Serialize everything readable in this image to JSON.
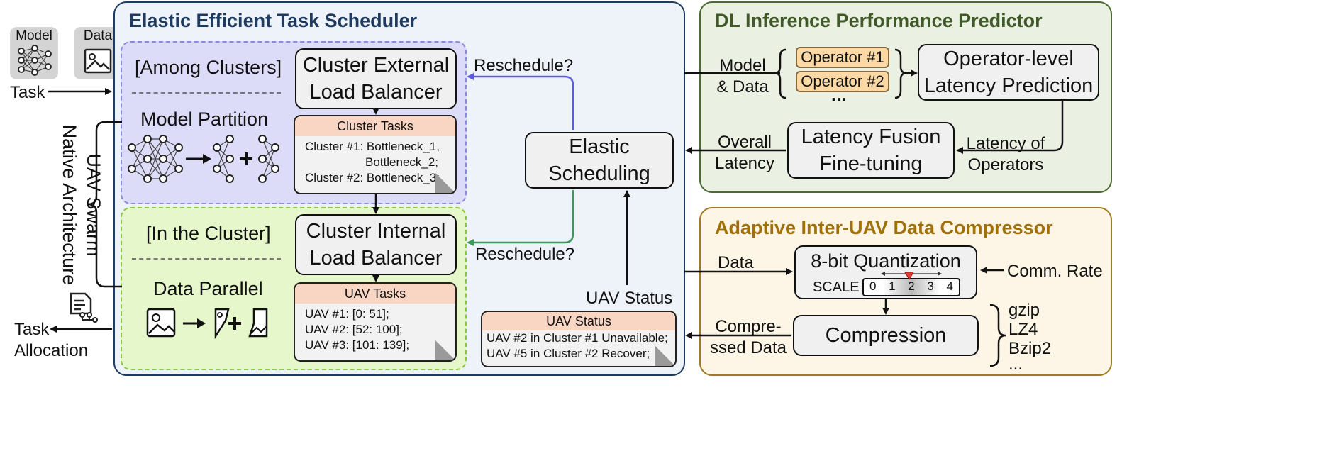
{
  "inputs": {
    "model_label": "Model",
    "data_label": "Data",
    "task_label": "Task",
    "task_allocation_label": [
      "Task",
      "Allocation"
    ],
    "swarm_label": [
      "UAV Swarm",
      "Native Architecture"
    ]
  },
  "scheduler": {
    "title": "Elastic Efficient Task Scheduler",
    "among": {
      "heading": "[Among Clusters]",
      "subheading": "Model Partition",
      "balancer": [
        "Cluster External",
        "Load Balancer"
      ],
      "note_title": "Cluster Tasks",
      "note_lines": [
        "Cluster #1: Bottleneck_1,",
        "                  Bottleneck_2;",
        "Cluster #2: Bottleneck_3;"
      ],
      "note_more": "..."
    },
    "within": {
      "heading": "[In the Cluster]",
      "subheading": "Data Parallel",
      "balancer": [
        "Cluster Internal",
        "Load Balancer"
      ],
      "note_title": "UAV Tasks",
      "note_lines": [
        "UAV #1: [0: 51];",
        "UAV #2: [52: 100];",
        "UAV #3: [101: 139];"
      ],
      "note_more": "..."
    },
    "elastic": [
      "Elastic",
      "Scheduling"
    ],
    "reschedule_top": "Reschedule?",
    "reschedule_bottom": "Reschedule?",
    "uav_status_label": "UAV Status",
    "status_note": {
      "title": "UAV Status",
      "lines": [
        "UAV #2 in Cluster #1 Unavailable;",
        "UAV #5 in Cluster #2 Recover;"
      ],
      "more": "..."
    },
    "colors": {
      "panel_bg": "#eef2f9",
      "among_bg": "#dcdcf8",
      "among_border": "#8a8ae0",
      "within_bg": "#e6f7cc",
      "within_border": "#8ac83a",
      "reschedule_top_color": "#5a5ae6",
      "reschedule_bottom_color": "#3a9a5a"
    }
  },
  "predictor": {
    "title": "DL Inference Performance Predictor",
    "input_label": [
      "Model",
      "& Data"
    ],
    "operators": [
      "Operator #1",
      "Operator #2"
    ],
    "operators_more": "...",
    "op_latency": [
      "Operator-level",
      "Latency Prediction"
    ],
    "fusion": [
      "Latency Fusion",
      "Fine-tuning"
    ],
    "overall_label": [
      "Overall",
      "Latency"
    ],
    "latency_ops_label": [
      "Latency of",
      "Operators"
    ],
    "colors": {
      "panel_bg": "#ebf1e2",
      "border": "#4a6a30",
      "title": "#3f5a28"
    }
  },
  "compressor": {
    "title": "Adaptive Inter-UAV Data Compressor",
    "data_label": "Data",
    "quant_title": "8-bit Quantization",
    "scale_label": "SCALE",
    "scale_ticks": [
      "0",
      "1",
      "2",
      "3",
      "4"
    ],
    "comm_rate": "Comm. Rate",
    "compression": "Compression",
    "output_label": [
      "Compre-",
      "ssed Data"
    ],
    "algorithms": [
      "gzip",
      "LZ4",
      "Bzip2",
      "..."
    ],
    "colors": {
      "panel_bg": "#fdf6e6",
      "border": "#a07a20",
      "title": "#a0700a"
    }
  }
}
